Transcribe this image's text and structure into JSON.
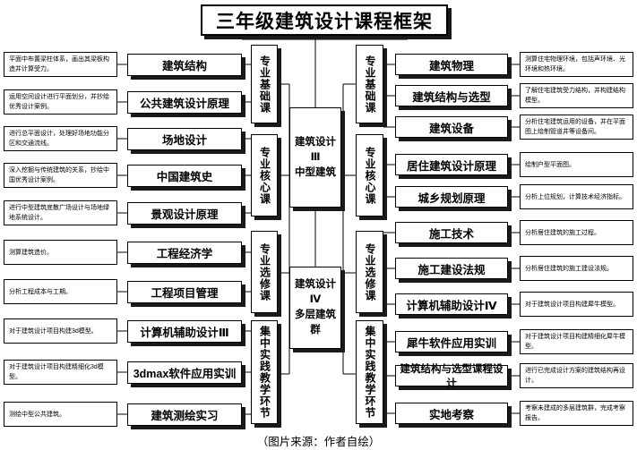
{
  "title": "三年级建筑设计课程框架",
  "caption": "（图片来源：作者自绘）",
  "center_top": [
    "建筑设计Ⅲ",
    "中型建筑"
  ],
  "center_bottom": [
    "建筑设计Ⅳ",
    "多层建筑群"
  ],
  "left": {
    "categories": [
      "专业基础课",
      "专业核心课",
      "专业选修课",
      "集中实践教学环节"
    ],
    "courses": [
      {
        "name": "建筑结构",
        "desc": "平面中布置梁柱体系，画出其梁板构造并计算受力。"
      },
      {
        "name": "公共建筑设计原理",
        "desc": "运用空间设计进行平面划分，并抄绘优秀设计案例。"
      },
      {
        "name": "场地设计",
        "desc": "进行总平面设计，处理好场地功能分区和交通流线。"
      },
      {
        "name": "中国建筑史",
        "desc": "深入挖掘与传统建筑的关系，抄绘中国优秀设计案例。"
      },
      {
        "name": "景观设计原理",
        "desc": "进行中型建筑底散广场设计与场地绿地系统设计。"
      },
      {
        "name": "工程经济学",
        "desc": "测算建筑造价。"
      },
      {
        "name": "工程项目管理",
        "desc": "分析工程成本与工期。"
      },
      {
        "name": "计算机辅助设计Ⅲ",
        "desc": "对于建筑设计项目构建3d模型。"
      },
      {
        "name": "3dmax软件应用实训",
        "desc": "对于建筑设计项目构建精细化3d模型。"
      },
      {
        "name": "建筑测绘实习",
        "desc": "测绘中型公共建筑。"
      }
    ]
  },
  "right": {
    "categories": [
      "专业基础课",
      "专业核心课",
      "专业选修课",
      "集中实践教学环节"
    ],
    "courses": [
      {
        "name": "建筑物理",
        "desc": "测算住宅物理环境，包括声环境、光环境和热环境。"
      },
      {
        "name": "建筑结构与选型",
        "desc": "了解住宅建筑受力结构，并构建结构模型。"
      },
      {
        "name": "建筑设备",
        "desc": "分析住宅建筑运用的设备，并在平面图上绘制管道井等设备间。"
      },
      {
        "name": "居住建筑设计原理",
        "desc": "绘制户型平面图。"
      },
      {
        "name": "城乡规划原理",
        "desc": "分析上位规划，计算技术经济指标。"
      },
      {
        "name": "施工技术",
        "desc": "分析居住建筑的施工过程。"
      },
      {
        "name": "施工建设法规",
        "desc": "分析居住建筑的施工建设法规。"
      },
      {
        "name": "计算机辅助设计Ⅳ",
        "desc": "对于建筑设计项目构建犀牛模型。"
      },
      {
        "name": "犀牛软件应用实训",
        "desc": "对于建筑设计项目构建精细化犀牛模型。"
      },
      {
        "name": "建筑结构与选型课程设计",
        "desc": "进行已完成设计方案的建筑结构再设计。"
      },
      {
        "name": "实地考察",
        "desc": "考察未建成的多层建筑群，完成考察报告。"
      }
    ]
  }
}
